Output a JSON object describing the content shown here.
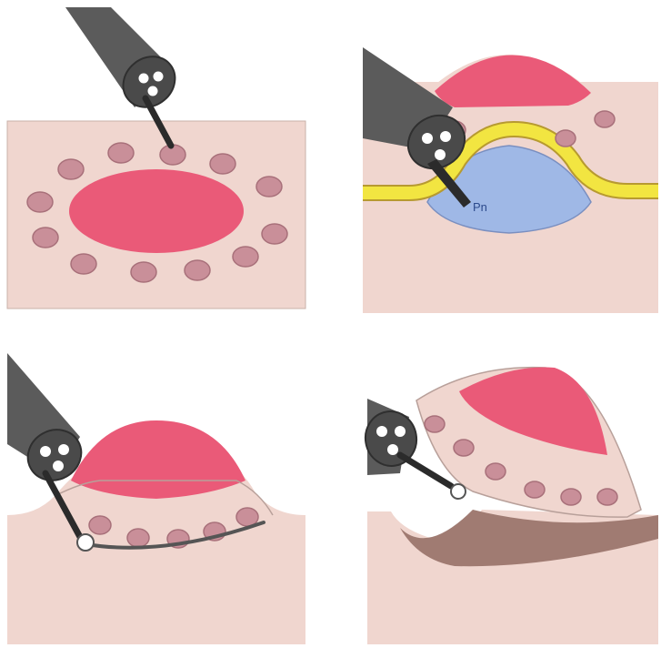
{
  "colors": {
    "tissue": "#f0d6cf",
    "tissue_edge": "#b8a09a",
    "lesion": "#ea5a78",
    "marker": "#c98f99",
    "marker_edge": "#a8707a",
    "injection": "#9fb8e6",
    "submucosa_line": "#f2e541",
    "scope_body": "#5b5b5b",
    "scope_tip": "#3d3d3d",
    "resected_base": "#a07b72",
    "snare_ball": "#ffffff"
  },
  "panels": [
    {
      "step": 1,
      "content": "marking"
    },
    {
      "step": 2,
      "content": "injection",
      "label": "Pn"
    },
    {
      "step": 3,
      "content": "incision"
    },
    {
      "step": 4,
      "content": "dissection"
    }
  ]
}
